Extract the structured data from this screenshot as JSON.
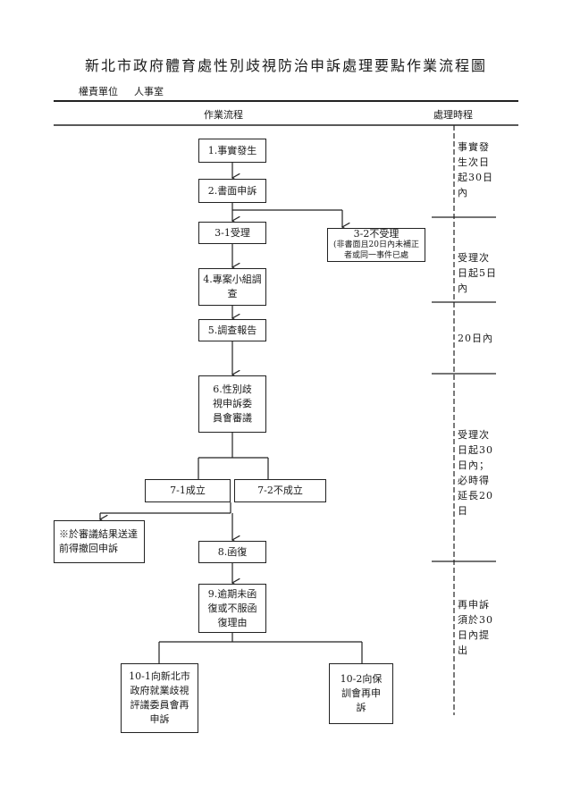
{
  "title": "新北市政府體育處性別歧視防治申訴處理要點作業流程圖",
  "responsible_unit_label": "權責單位",
  "responsible_unit": "人事室",
  "columns": {
    "flow": "作業流程",
    "time": "處理時程"
  },
  "steps": {
    "s1": "1.事實發生",
    "s2": "2.書面申訴",
    "s3_1": "3-1受理",
    "s3_2_title": "3-2不受理",
    "s3_2_note": "(非書面且20日內未補正者或同一事件已處",
    "s4": "4.專案小組調查",
    "s5": "5.調查報告",
    "s6": "6.性別歧視申訴委員會審議",
    "s7_1": "7-1成立",
    "s7_2": "7-2不成立",
    "note": "※於審議結果送達前得撤回申訴",
    "s8": "8.函復",
    "s9": "9.逾期未函復或不服函復理由",
    "s10_1": "10-1向新北市政府就業歧視評議委員會再申訴",
    "s10_2": "10-2向保訓會再申訴"
  },
  "timeline": [
    "事實發生次日起30日內",
    "受理次日起5日內",
    "20日內",
    "受理次日起30日內；必時得延長20日",
    "再申訴須於30日內提出"
  ]
}
